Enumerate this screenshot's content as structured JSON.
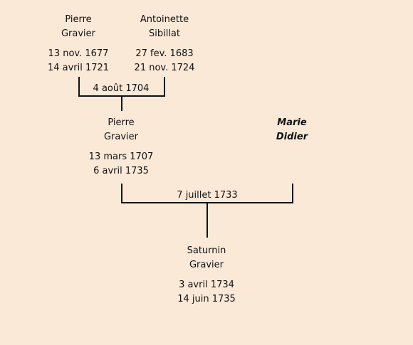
{
  "people": {
    "pierre_senior": {
      "first": "Pierre",
      "last": "Gravier",
      "birth": "13 nov. 1677",
      "death": "14 avril 1721"
    },
    "antoinette": {
      "first": "Antoinette",
      "last": "Sibillat",
      "birth": "27 fev. 1683",
      "death": "21 nov. 1724"
    },
    "pierre_junior": {
      "first": "Pierre",
      "last": "Gravier",
      "birth": "13 mars 1707",
      "death": "6 avril 1735"
    },
    "marie": {
      "first": "Marie",
      "last": "Didier"
    },
    "saturnin": {
      "first": "Saturnin",
      "last": "Gravier",
      "birth": "3 avril 1734",
      "death": "14 juin 1735"
    }
  },
  "marriages": {
    "first": "4 août 1704",
    "second": "7 juillet 1733"
  }
}
